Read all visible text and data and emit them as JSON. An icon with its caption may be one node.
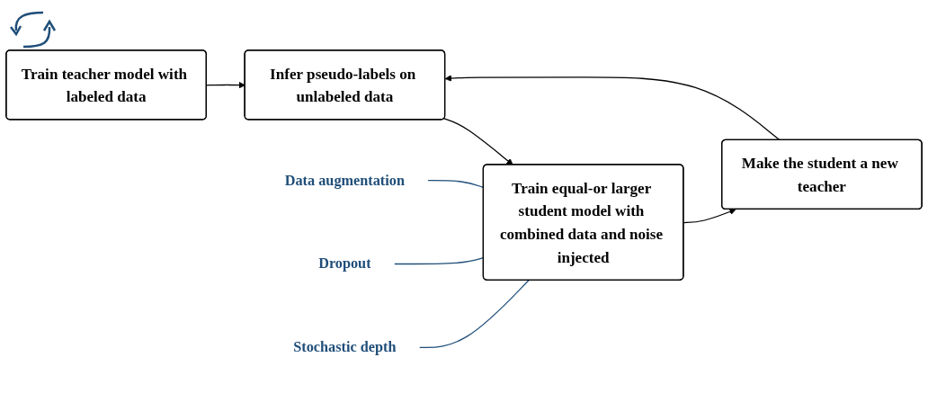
{
  "diagram": {
    "nodes": [
      {
        "text": [
          "Train teacher model with labeled data"
        ]
      },
      {
        "text": [
          "Infer pseudo-labels on unlabeled data"
        ]
      },
      {
        "text": [
          "Train equal-or larger student model with combined data and noise injected"
        ]
      },
      {
        "text": [
          "Make the student a new teacher"
        ]
      },
      {
        "text": [
          "Data augmentation"
        ]
      },
      {
        "text": [
          "Dropout"
        ]
      },
      {
        "text": [
          "Stochastic depth"
        ]
      }
    ],
    "edges": [
      {
        "from": 0,
        "to": 1,
        "arrow": "to"
      },
      {
        "from": 1,
        "to": 2,
        "arrow": "to"
      },
      {
        "from": 2,
        "to": 3,
        "arrow": "to"
      },
      {
        "from": 3,
        "to": 1,
        "arrow": "to"
      },
      {
        "from": 4,
        "to": 2,
        "arrow": "none",
        "color": "#1f4e79"
      },
      {
        "from": 5,
        "to": 2,
        "arrow": "none",
        "color": "#1f4e79"
      },
      {
        "from": 6,
        "to": 2,
        "arrow": "none",
        "color": "#1f4e79"
      }
    ]
  }
}
